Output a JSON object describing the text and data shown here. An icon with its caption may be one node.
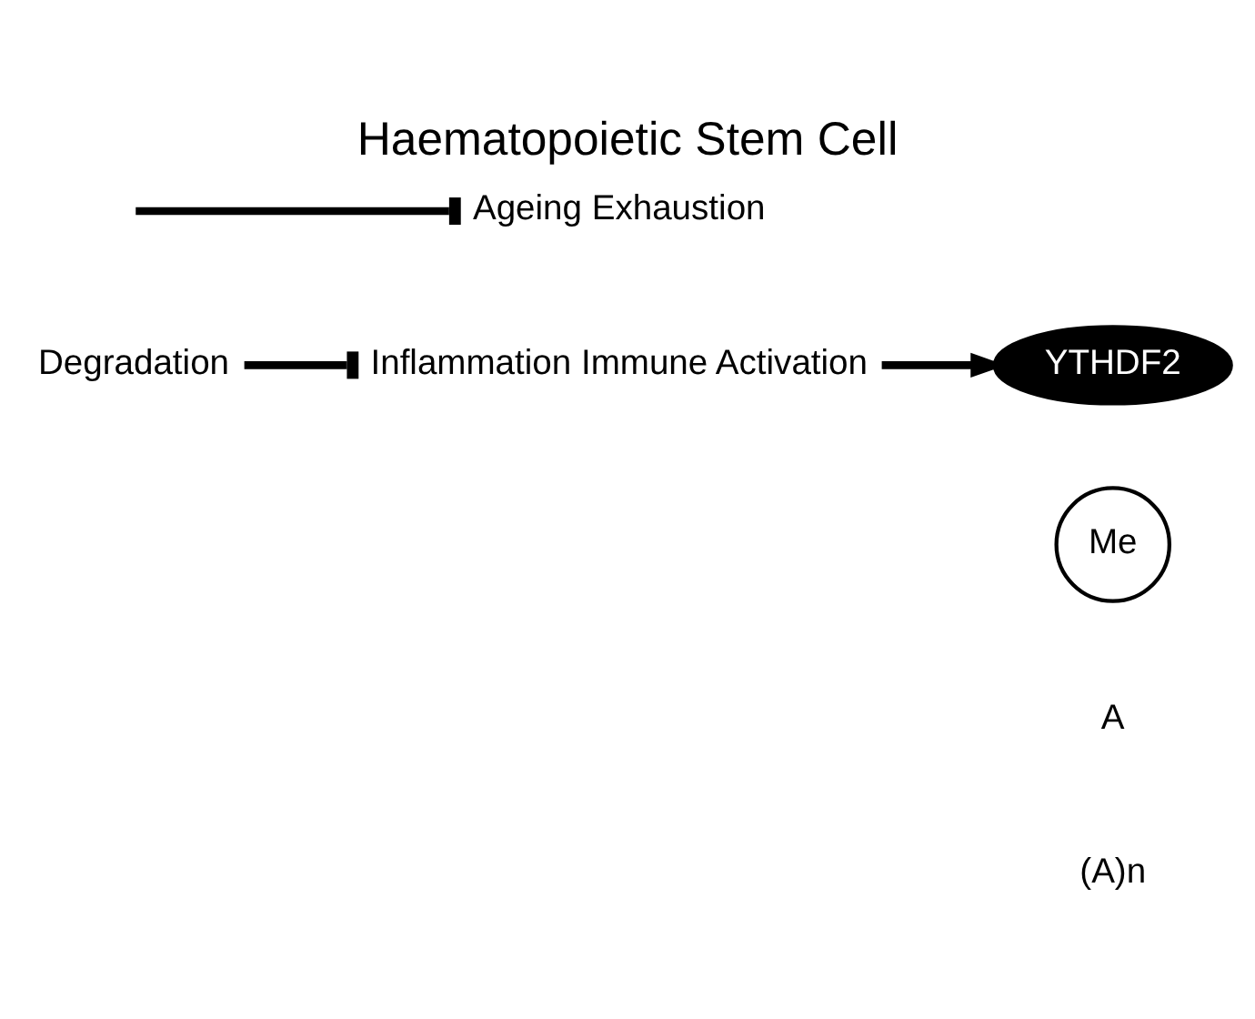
{
  "diagram": {
    "title": "Haematopoietic Stem Cell",
    "nodes": [
      {
        "text": [
          "Inflammation Immune Activation"
        ]
      },
      {
        "text": [
          "YTHDF2"
        ]
      },
      {
        "text": [
          "Me"
        ]
      },
      {
        "text": [
          "Degradation"
        ]
      },
      {
        "text": [
          "Ageing Exhaustion"
        ]
      }
    ],
    "edges": [
      {
        "from": 0,
        "to": 1,
        "arrow": "to"
      },
      {
        "from": 3,
        "to": 0,
        "arrow": "other"
      },
      {
        "from": null,
        "to": 4,
        "arrow": "other"
      }
    ],
    "labels": [
      "A",
      "(A)n"
    ]
  }
}
